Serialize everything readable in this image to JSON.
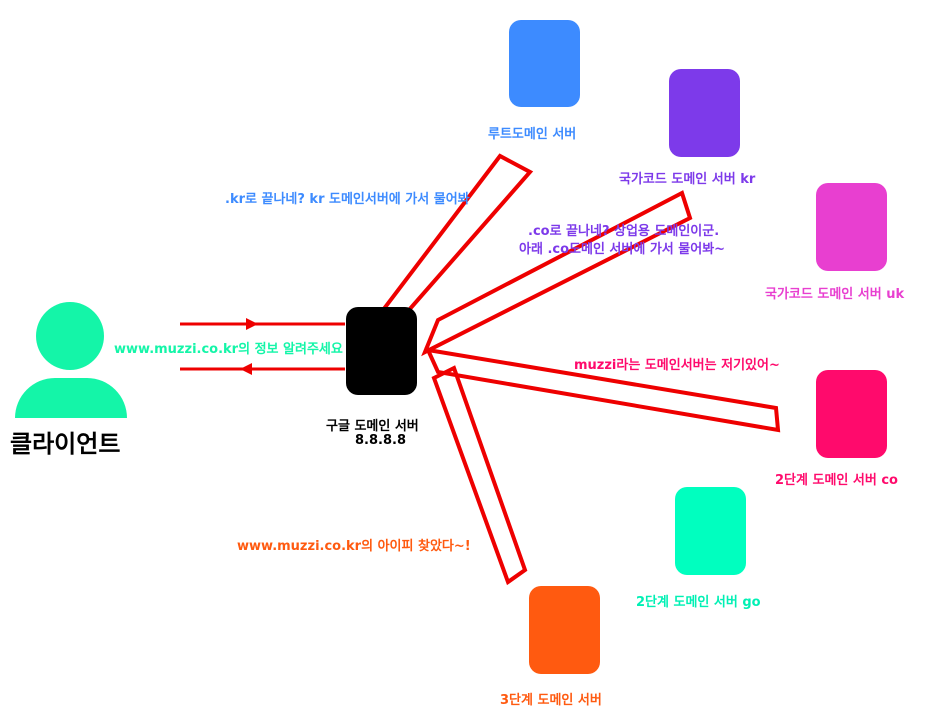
{
  "client": {
    "label": "클라이언트"
  },
  "google": {
    "label": "구글 도메인 서버",
    "ip": "8.8.8.8"
  },
  "servers": {
    "root": {
      "label": "루트도메인 서버"
    },
    "kr": {
      "label": "국가코드 도메인 서버 kr"
    },
    "uk": {
      "label": "국가코드 도메인 서버 uk"
    },
    "co": {
      "label": "2단계 도메인 서버 co"
    },
    "go": {
      "label": "2단계 도메인 서버 go"
    },
    "third": {
      "label": "3단계 도메인 서버"
    }
  },
  "messages": {
    "request": "www.muzzi.co.kr의 정보 알려주세요",
    "root_reply": ".kr로 끝나네? kr 도메인서버에 가서 물어봐",
    "kr_reply_line1": ".co로 끝나네? 상업용 도메인이군.",
    "kr_reply_line2": "아래 .co도메인 서버에 가서 물어봐~",
    "co_reply": "muzzi라는 도메인서버는 저기있어~",
    "final_reply": "www.muzzi.co.kr의 아이피 찾았다~!"
  },
  "colors": {
    "root": "#3d8bff",
    "kr": "#7d3aea",
    "uk": "#e83fd0",
    "co": "#ff0a6c",
    "go": "#00ffbf",
    "third": "#ff5a10",
    "client": "#14f5a8",
    "google": "#000000",
    "arrow": "#ee0000"
  }
}
